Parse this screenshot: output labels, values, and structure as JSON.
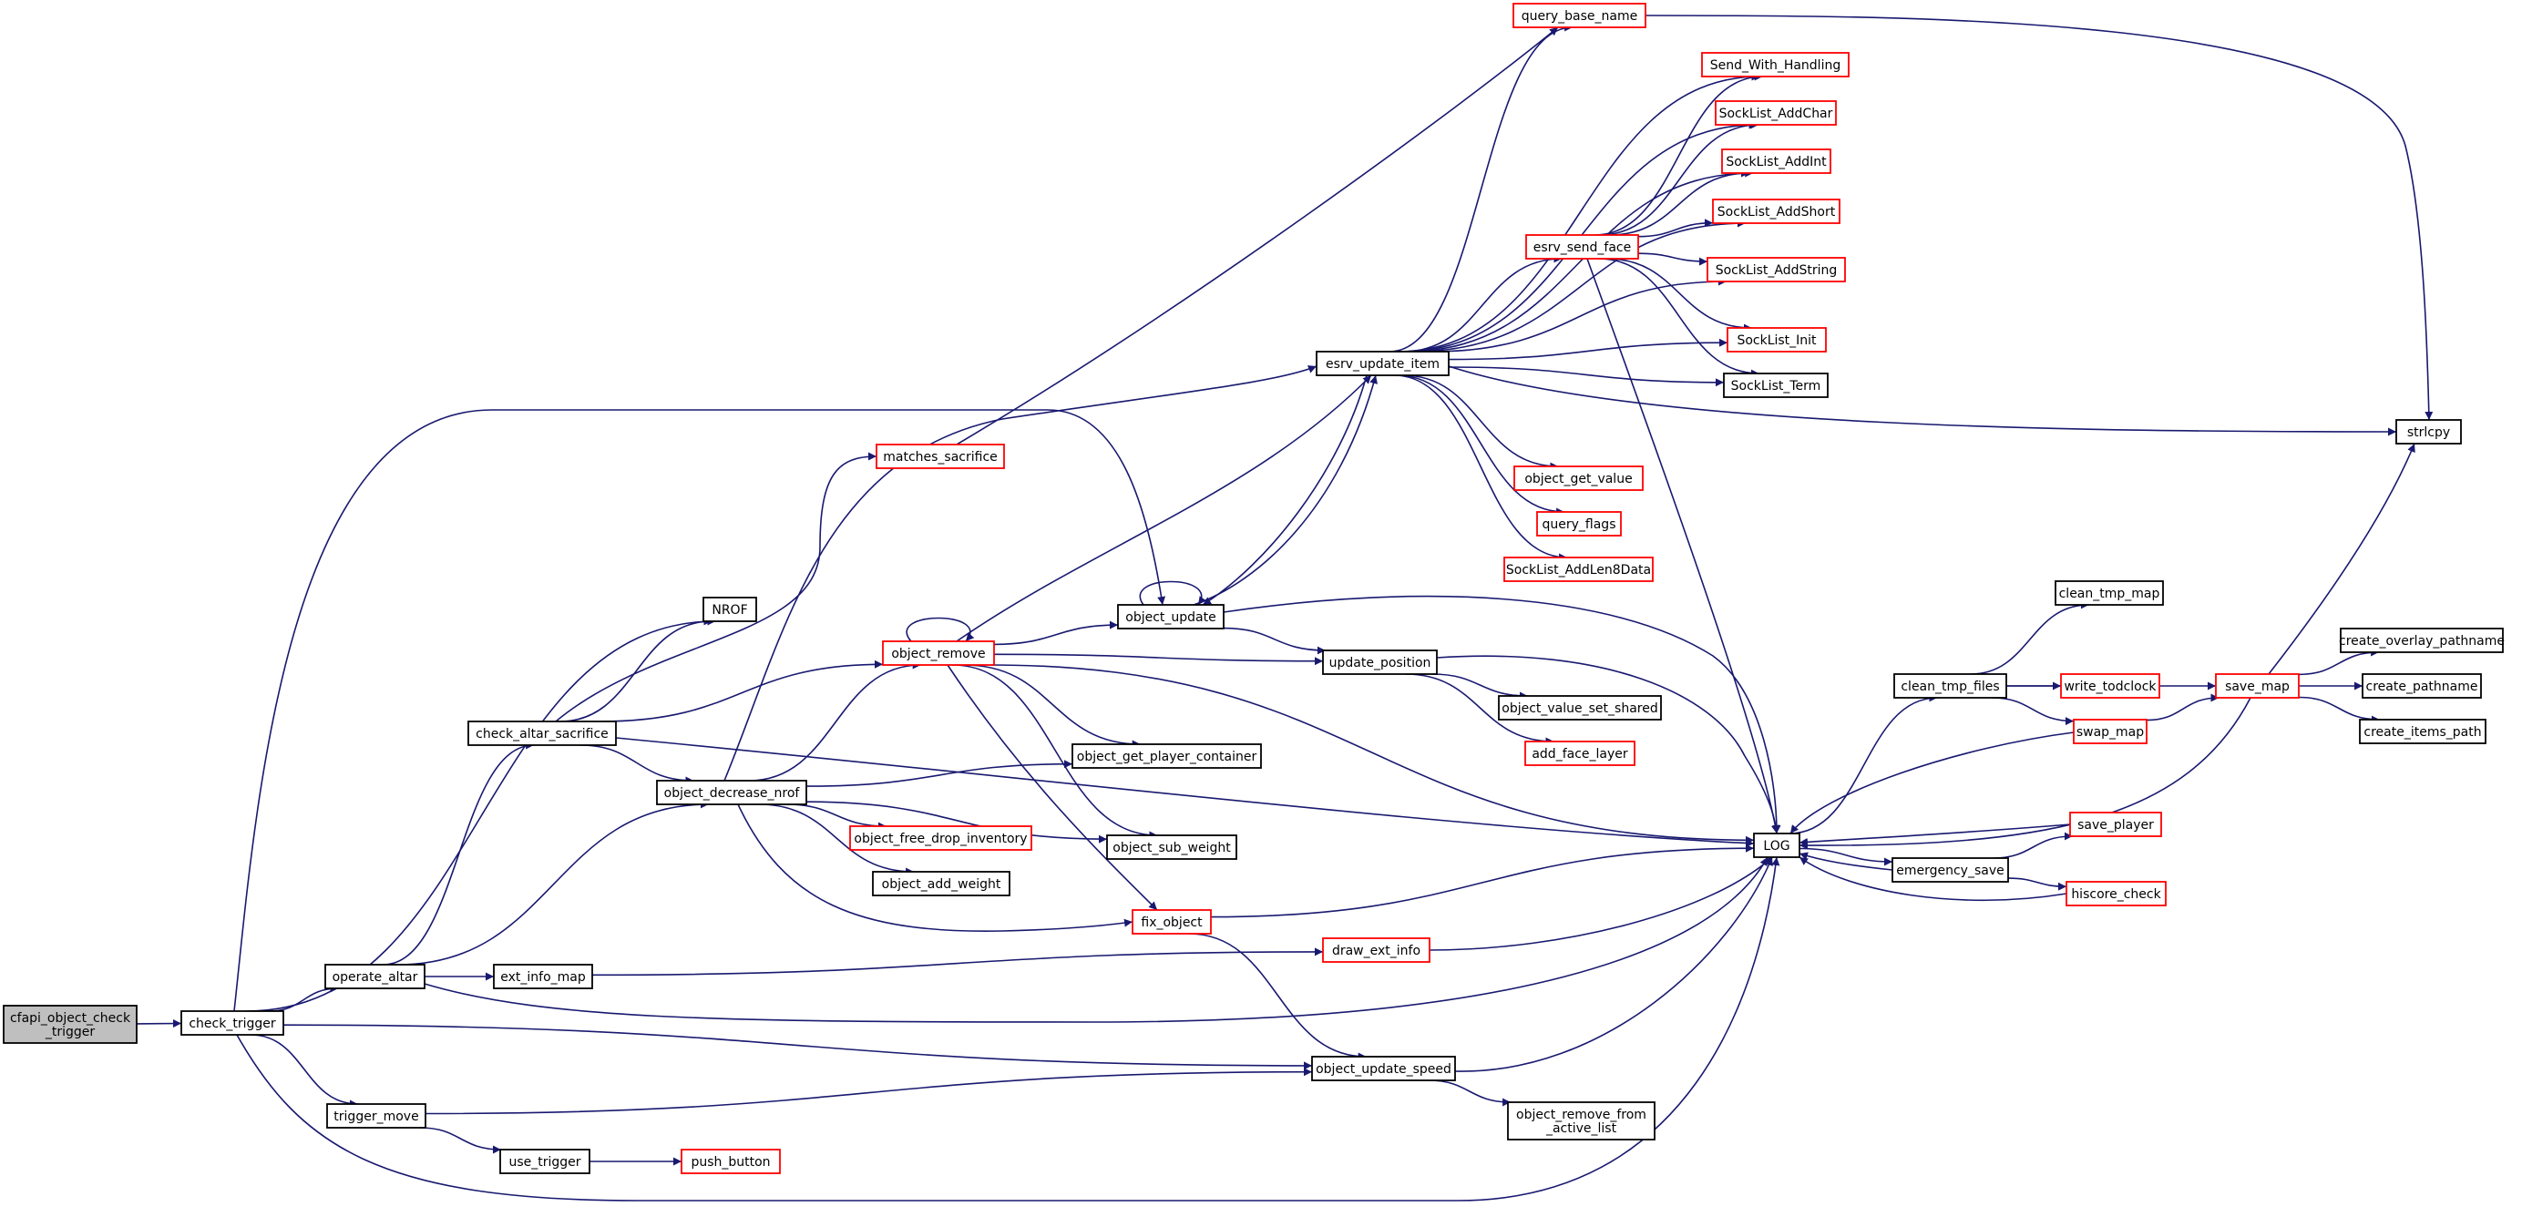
{
  "graph": {
    "colors": {
      "edge": "#191970",
      "border_default": "#000000",
      "border_truncated": "#ff0000",
      "fill_root": "#bfbfbf",
      "fill_default": "#ffffff"
    },
    "nodes": [
      {
        "id": "cfapi",
        "lines": [
          "cfapi_object_check",
          "_trigger"
        ],
        "style": "root"
      },
      {
        "id": "check_trigger",
        "lines": [
          "check_trigger"
        ],
        "style": "normal"
      },
      {
        "id": "operate_altar",
        "lines": [
          "operate_altar"
        ],
        "style": "normal"
      },
      {
        "id": "trigger_move",
        "lines": [
          "trigger_move"
        ],
        "style": "normal"
      },
      {
        "id": "check_altar_sacrifice",
        "lines": [
          "check_altar_sacrifice"
        ],
        "style": "normal"
      },
      {
        "id": "NROF",
        "lines": [
          "NROF"
        ],
        "style": "normal"
      },
      {
        "id": "matches_sacrifice",
        "lines": [
          "matches_sacrifice"
        ],
        "style": "truncated"
      },
      {
        "id": "object_decrease_nrof",
        "lines": [
          "object_decrease_nrof"
        ],
        "style": "normal"
      },
      {
        "id": "ext_info_map",
        "lines": [
          "ext_info_map"
        ],
        "style": "normal"
      },
      {
        "id": "use_trigger",
        "lines": [
          "use_trigger"
        ],
        "style": "normal"
      },
      {
        "id": "push_button",
        "lines": [
          "push_button"
        ],
        "style": "truncated"
      },
      {
        "id": "object_remove",
        "lines": [
          "object_remove"
        ],
        "style": "truncated"
      },
      {
        "id": "object_update",
        "lines": [
          "object_update"
        ],
        "style": "normal"
      },
      {
        "id": "object_get_player_container",
        "lines": [
          "object_get_player_container"
        ],
        "style": "normal"
      },
      {
        "id": "object_free_drop_inventory",
        "lines": [
          "object_free_drop_inventory"
        ],
        "style": "truncated"
      },
      {
        "id": "object_sub_weight",
        "lines": [
          "object_sub_weight"
        ],
        "style": "normal"
      },
      {
        "id": "object_add_weight",
        "lines": [
          "object_add_weight"
        ],
        "style": "normal"
      },
      {
        "id": "fix_object",
        "lines": [
          "fix_object"
        ],
        "style": "truncated"
      },
      {
        "id": "draw_ext_info",
        "lines": [
          "draw_ext_info"
        ],
        "style": "truncated"
      },
      {
        "id": "object_update_speed",
        "lines": [
          "object_update_speed"
        ],
        "style": "normal"
      },
      {
        "id": "object_remove_from_active_list",
        "lines": [
          "object_remove_from",
          "_active_list"
        ],
        "style": "normal"
      },
      {
        "id": "esrv_update_item",
        "lines": [
          "esrv_update_item"
        ],
        "style": "normal"
      },
      {
        "id": "query_base_name",
        "lines": [
          "query_base_name"
        ],
        "style": "truncated"
      },
      {
        "id": "update_position",
        "lines": [
          "update_position"
        ],
        "style": "normal"
      },
      {
        "id": "object_value_set_shared",
        "lines": [
          "object_value_set_shared"
        ],
        "style": "normal"
      },
      {
        "id": "add_face_layer",
        "lines": [
          "add_face_layer"
        ],
        "style": "truncated"
      },
      {
        "id": "object_get_value",
        "lines": [
          "object_get_value"
        ],
        "style": "truncated"
      },
      {
        "id": "query_flags",
        "lines": [
          "query_flags"
        ],
        "style": "truncated"
      },
      {
        "id": "SockList_AddLen8Data",
        "lines": [
          "SockList_AddLen8Data"
        ],
        "style": "truncated"
      },
      {
        "id": "esrv_send_face",
        "lines": [
          "esrv_send_face"
        ],
        "style": "truncated"
      },
      {
        "id": "Send_With_Handling",
        "lines": [
          "Send_With_Handling"
        ],
        "style": "truncated"
      },
      {
        "id": "SockList_AddChar",
        "lines": [
          "SockList_AddChar"
        ],
        "style": "truncated"
      },
      {
        "id": "SockList_AddInt",
        "lines": [
          "SockList_AddInt"
        ],
        "style": "truncated"
      },
      {
        "id": "SockList_AddShort",
        "lines": [
          "SockList_AddShort"
        ],
        "style": "truncated"
      },
      {
        "id": "SockList_AddString",
        "lines": [
          "SockList_AddString"
        ],
        "style": "truncated"
      },
      {
        "id": "SockList_Init",
        "lines": [
          "SockList_Init"
        ],
        "style": "truncated"
      },
      {
        "id": "SockList_Term",
        "lines": [
          "SockList_Term"
        ],
        "style": "normal"
      },
      {
        "id": "LOG",
        "lines": [
          "LOG"
        ],
        "style": "normal"
      },
      {
        "id": "strlcpy",
        "lines": [
          "strlcpy"
        ],
        "style": "normal"
      },
      {
        "id": "clean_tmp_files",
        "lines": [
          "clean_tmp_files"
        ],
        "style": "normal"
      },
      {
        "id": "clean_tmp_map",
        "lines": [
          "clean_tmp_map"
        ],
        "style": "normal"
      },
      {
        "id": "write_todclock",
        "lines": [
          "write_todclock"
        ],
        "style": "truncated"
      },
      {
        "id": "swap_map",
        "lines": [
          "swap_map"
        ],
        "style": "truncated"
      },
      {
        "id": "save_map",
        "lines": [
          "save_map"
        ],
        "style": "truncated"
      },
      {
        "id": "emergency_save",
        "lines": [
          "emergency_save"
        ],
        "style": "normal"
      },
      {
        "id": "save_player",
        "lines": [
          "save_player"
        ],
        "style": "truncated"
      },
      {
        "id": "hiscore_check",
        "lines": [
          "hiscore_check"
        ],
        "style": "truncated"
      },
      {
        "id": "create_overlay_pathname",
        "lines": [
          "create_overlay_pathname"
        ],
        "style": "normal"
      },
      {
        "id": "create_pathname",
        "lines": [
          "create_pathname"
        ],
        "style": "normal"
      },
      {
        "id": "create_items_path",
        "lines": [
          "create_items_path"
        ],
        "style": "normal"
      }
    ],
    "edges": [
      [
        "cfapi",
        "check_trigger"
      ],
      [
        "check_trigger",
        "operate_altar"
      ],
      [
        "check_trigger",
        "trigger_move"
      ],
      [
        "check_trigger",
        "NROF"
      ],
      [
        "check_trigger",
        "object_update"
      ],
      [
        "check_trigger",
        "object_update_speed"
      ],
      [
        "check_trigger",
        "LOG"
      ],
      [
        "operate_altar",
        "check_altar_sacrifice"
      ],
      [
        "operate_altar",
        "object_decrease_nrof"
      ],
      [
        "operate_altar",
        "ext_info_map"
      ],
      [
        "operate_altar",
        "LOG"
      ],
      [
        "trigger_move",
        "use_trigger"
      ],
      [
        "trigger_move",
        "object_update_speed"
      ],
      [
        "use_trigger",
        "push_button"
      ],
      [
        "check_altar_sacrifice",
        "NROF"
      ],
      [
        "check_altar_sacrifice",
        "matches_sacrifice"
      ],
      [
        "check_altar_sacrifice",
        "object_remove"
      ],
      [
        "check_altar_sacrifice",
        "object_decrease_nrof"
      ],
      [
        "check_altar_sacrifice",
        "LOG"
      ],
      [
        "matches_sacrifice",
        "query_base_name"
      ],
      [
        "object_decrease_nrof",
        "esrv_update_item"
      ],
      [
        "object_decrease_nrof",
        "object_remove"
      ],
      [
        "object_decrease_nrof",
        "object_get_player_container"
      ],
      [
        "object_decrease_nrof",
        "object_free_drop_inventory"
      ],
      [
        "object_decrease_nrof",
        "object_sub_weight"
      ],
      [
        "object_decrease_nrof",
        "object_add_weight"
      ],
      [
        "object_decrease_nrof",
        "fix_object"
      ],
      [
        "ext_info_map",
        "draw_ext_info"
      ],
      [
        "object_remove",
        "object_remove"
      ],
      [
        "object_remove",
        "esrv_update_item"
      ],
      [
        "object_remove",
        "object_update"
      ],
      [
        "object_remove",
        "update_position"
      ],
      [
        "object_remove",
        "object_get_player_container"
      ],
      [
        "object_remove",
        "object_sub_weight"
      ],
      [
        "object_remove",
        "fix_object"
      ],
      [
        "object_remove",
        "LOG"
      ],
      [
        "object_update",
        "object_update"
      ],
      [
        "object_update",
        "esrv_update_item"
      ],
      [
        "object_update",
        "update_position"
      ],
      [
        "object_update",
        "LOG"
      ],
      [
        "fix_object",
        "object_update_speed"
      ],
      [
        "fix_object",
        "LOG"
      ],
      [
        "draw_ext_info",
        "LOG"
      ],
      [
        "object_update_speed",
        "object_remove_from_active_list"
      ],
      [
        "object_update_speed",
        "LOG"
      ],
      [
        "update_position",
        "object_value_set_shared"
      ],
      [
        "update_position",
        "add_face_layer"
      ],
      [
        "update_position",
        "LOG"
      ],
      [
        "esrv_update_item",
        "query_base_name"
      ],
      [
        "esrv_update_item",
        "Send_With_Handling"
      ],
      [
        "esrv_update_item",
        "SockList_AddChar"
      ],
      [
        "esrv_update_item",
        "SockList_AddInt"
      ],
      [
        "esrv_update_item",
        "SockList_AddShort"
      ],
      [
        "esrv_update_item",
        "esrv_send_face"
      ],
      [
        "esrv_update_item",
        "SockList_AddString"
      ],
      [
        "esrv_update_item",
        "SockList_Init"
      ],
      [
        "esrv_update_item",
        "SockList_Term"
      ],
      [
        "esrv_update_item",
        "strlcpy"
      ],
      [
        "esrv_update_item",
        "object_get_value"
      ],
      [
        "esrv_update_item",
        "query_flags"
      ],
      [
        "esrv_update_item",
        "SockList_AddLen8Data"
      ],
      [
        "esrv_update_item",
        "object_update"
      ],
      [
        "query_base_name",
        "strlcpy"
      ],
      [
        "esrv_send_face",
        "Send_With_Handling"
      ],
      [
        "esrv_send_face",
        "SockList_AddChar"
      ],
      [
        "esrv_send_face",
        "SockList_AddInt"
      ],
      [
        "esrv_send_face",
        "SockList_AddShort"
      ],
      [
        "esrv_send_face",
        "SockList_AddString"
      ],
      [
        "esrv_send_face",
        "SockList_Init"
      ],
      [
        "esrv_send_face",
        "SockList_Term"
      ],
      [
        "esrv_send_face",
        "LOG"
      ],
      [
        "LOG",
        "clean_tmp_files"
      ],
      [
        "LOG",
        "emergency_save"
      ],
      [
        "clean_tmp_files",
        "clean_tmp_map"
      ],
      [
        "clean_tmp_files",
        "write_todclock"
      ],
      [
        "clean_tmp_files",
        "swap_map"
      ],
      [
        "clean_tmp_files",
        "save_map"
      ],
      [
        "swap_map",
        "save_map"
      ],
      [
        "swap_map",
        "LOG"
      ],
      [
        "save_map",
        "strlcpy"
      ],
      [
        "save_map",
        "create_overlay_pathname"
      ],
      [
        "save_map",
        "create_pathname"
      ],
      [
        "save_map",
        "create_items_path"
      ],
      [
        "save_map",
        "LOG"
      ],
      [
        "emergency_save",
        "save_player"
      ],
      [
        "emergency_save",
        "hiscore_check"
      ],
      [
        "emergency_save",
        "LOG"
      ],
      [
        "save_player",
        "LOG"
      ],
      [
        "hiscore_check",
        "LOG"
      ]
    ]
  }
}
